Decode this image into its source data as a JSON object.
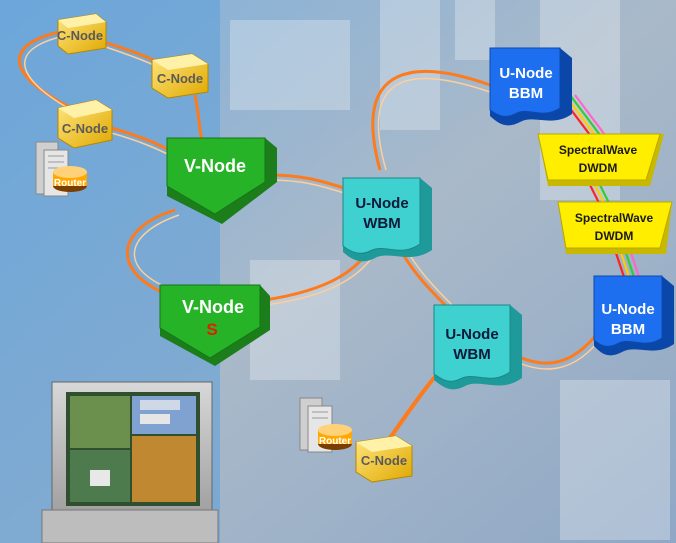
{
  "nodes": {
    "c_node_1": "C-Node",
    "c_node_2": "C-Node",
    "c_node_3": "C-Node",
    "c_node_4": "C-Node",
    "v_node_1": "V-Node",
    "v_node_2": "V-Node",
    "v_node_2_sub": "S",
    "u_node_wbm_1_l1": "U-Node",
    "u_node_wbm_1_l2": "WBM",
    "u_node_wbm_2_l1": "U-Node",
    "u_node_wbm_2_l2": "WBM",
    "u_node_bbm_1_l1": "U-Node",
    "u_node_bbm_1_l2": "BBM",
    "u_node_bbm_2_l1": "U-Node",
    "u_node_bbm_2_l2": "BBM",
    "dwdm_1_l1": "SpectralWave",
    "dwdm_1_l2": "DWDM",
    "dwdm_2_l1": "SpectralWave",
    "dwdm_2_l2": "DWDM",
    "router_1": "Router",
    "router_2": "Router"
  },
  "colors": {
    "c_node": "#f2c200",
    "v_node": "#22aa22",
    "u_node_wbm": "#33cccc",
    "u_node_bbm": "#1166ee",
    "dwdm": "#ffee00",
    "link": "#ff7a1a",
    "router": "#ffa800"
  }
}
